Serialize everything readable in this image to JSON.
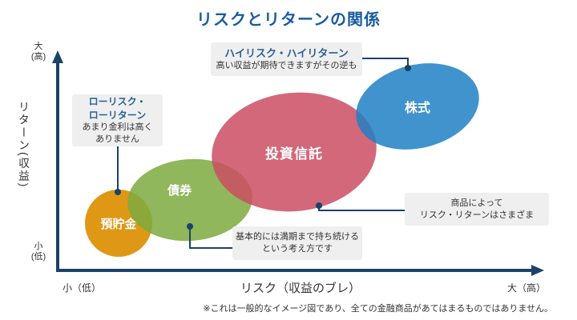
{
  "title": "リスクとリターンの関係",
  "footnote": "※これは一般的なイメージ図であり、全ての金融商品があてはまるものではありません。",
  "axes": {
    "y": {
      "top": "大\n(高)",
      "label": "リターン(収益)",
      "bottom": "小\n(低)"
    },
    "x": {
      "left": "小（低）",
      "label": "リスク（収益のブレ）",
      "right": "大（高）"
    }
  },
  "bubbles": {
    "deposits": {
      "label": "預貯金",
      "color": "#DD9210"
    },
    "bonds": {
      "label": "債券",
      "color": "#8CB55E"
    },
    "funds": {
      "label": "投資信託",
      "color": "#D26678"
    },
    "stocks": {
      "label": "株式",
      "color": "#4795C8"
    }
  },
  "callouts": {
    "low_risk": {
      "heading_line1": "ローリスク・",
      "heading_line2": "ローリターン",
      "body_line1": "あまり金利は高く",
      "body_line2": "ありません"
    },
    "high_risk": {
      "heading": "ハイリスク・ハイリターン",
      "body": "高い収益が期待できますがその逆も"
    },
    "products": {
      "line1": "商品によって",
      "line2": "リスク・リターンはさまざま"
    },
    "hold": {
      "line1": "基本的には満期まで持ち続ける",
      "line2": "という考え方です"
    }
  },
  "colors": {
    "title_blue": "#1A5C9E",
    "heading_blue": "#2A6195",
    "axis_navy": "#1B4268",
    "box_gray": "#EFEFEF"
  }
}
